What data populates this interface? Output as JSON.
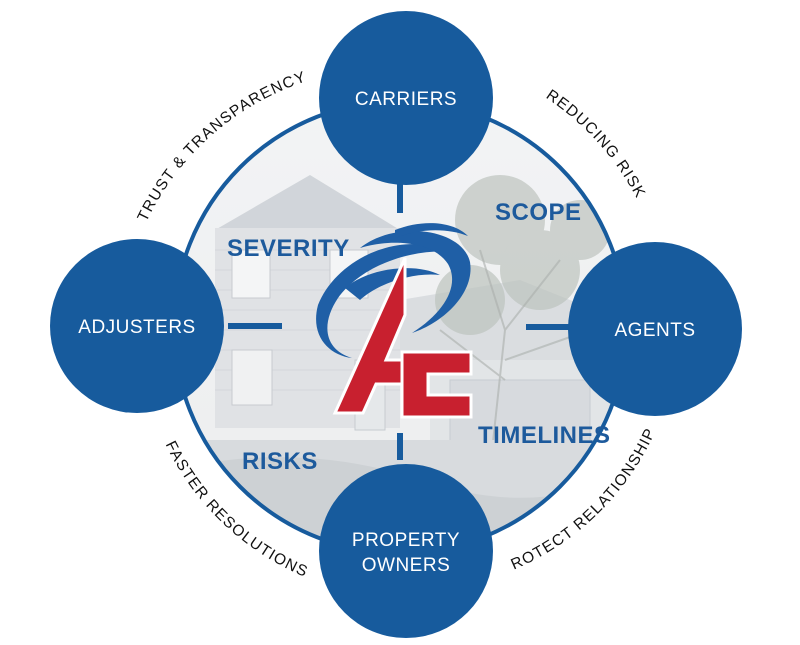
{
  "colors": {
    "node_fill": "#175b9d",
    "ring": "#175b9d",
    "label_blue": "#1d5a9c",
    "logo_red": "#c8202f",
    "logo_blue": "#1f5fa6"
  },
  "logo": {
    "text": "AC"
  },
  "nodes": {
    "top": "CARRIERS",
    "left": "ADJUSTERS",
    "right": "AGENTS",
    "bottom_line1": "PROPERTY",
    "bottom_line2": "OWNERS"
  },
  "quadrants": {
    "top_left": "SEVERITY",
    "top_right": "SCOPE",
    "bottom_left": "RISKS",
    "bottom_right": "TIMELINES"
  },
  "arc_labels": {
    "top_left": "TRUST & TRANSPARENCY",
    "top_right": "REDUCING RISK",
    "bottom_left": "FASTER RESOLUTIONS",
    "bottom_right": "PROTECT RELATIONSHIPS"
  }
}
